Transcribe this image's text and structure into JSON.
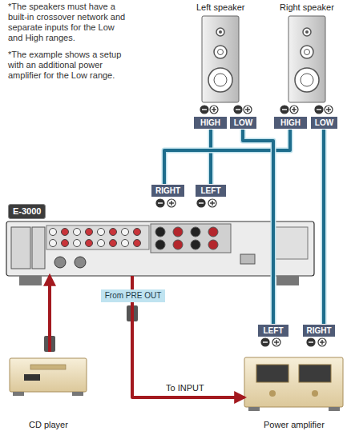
{
  "diagram": {
    "nodes": [
      {
        "text": [
          "Left speaker"
        ]
      },
      {
        "text": [
          "Right speaker"
        ]
      },
      {
        "text": [
          "E-3000"
        ]
      },
      {
        "text": [
          "CD player"
        ]
      },
      {
        "text": [
          "Power amplifier"
        ]
      }
    ],
    "edges": [
      {
        "from": 2,
        "to": 0,
        "arrow": "none"
      },
      {
        "from": 2,
        "to": 1,
        "arrow": "none"
      },
      {
        "from": 4,
        "to": 0,
        "arrow": "none"
      },
      {
        "from": 4,
        "to": 1,
        "arrow": "none"
      },
      {
        "from": 3,
        "to": 2,
        "arrow": "to"
      },
      {
        "from": 2,
        "to": 4,
        "label": "To INPUT",
        "arrow": "to"
      }
    ],
    "labels": [
      "*The speakers must have a built-in crossover network and separate inputs for the Low and High ranges.",
      "*The example shows a setup with an additional power amplifier for the Low range.",
      "HIGH",
      "LOW",
      "HIGH",
      "LOW",
      "RIGHT",
      "LEFT",
      "From PRE OUT",
      "LEFT",
      "RIGHT"
    ]
  }
}
